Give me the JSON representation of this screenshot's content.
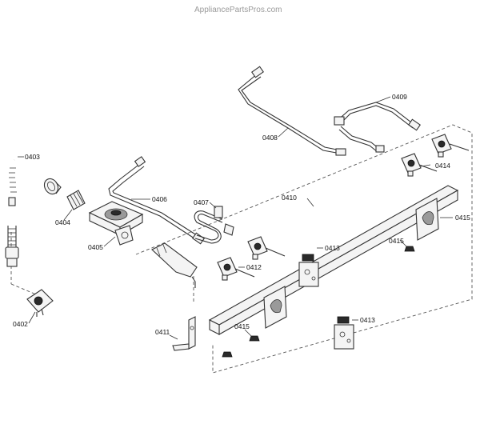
{
  "watermark": "AppliancePartsPros.com",
  "labels": {
    "p0402": "0402",
    "p0403": "0403",
    "p0404": "0404",
    "p0405": "0405",
    "p0406": "0406",
    "p0407": "0407",
    "p0408": "0408",
    "p0409": "0409",
    "p0410": "0410",
    "p0411": "0411",
    "p0412": "0412",
    "p0413a": "0413",
    "p0413b": "0413",
    "p0414": "0414",
    "p0415a": "0415",
    "p0415b": "0415",
    "p0415c": "0415"
  },
  "colors": {
    "line": "#333333",
    "watermark": "#9a9a9a",
    "background": "#ffffff"
  }
}
